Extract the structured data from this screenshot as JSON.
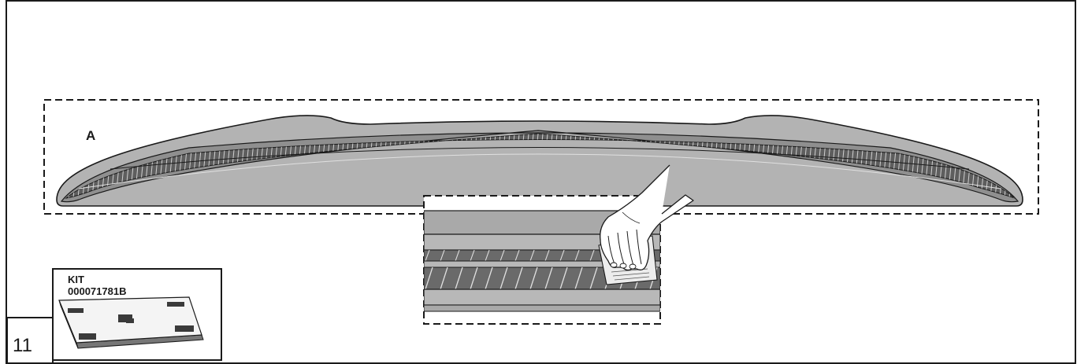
{
  "step": {
    "number": "11"
  },
  "spoiler": {
    "label": "A"
  },
  "kit": {
    "title": "KIT",
    "code": "000071781B"
  },
  "colors": {
    "line": "#1a1a1a",
    "spoiler_fill": "#b3b3b3",
    "spoiler_band": "#8a8a8a",
    "tape_dark": "#5e5e5e",
    "detail_fill": "#a9a9a9",
    "background": "#ffffff"
  }
}
